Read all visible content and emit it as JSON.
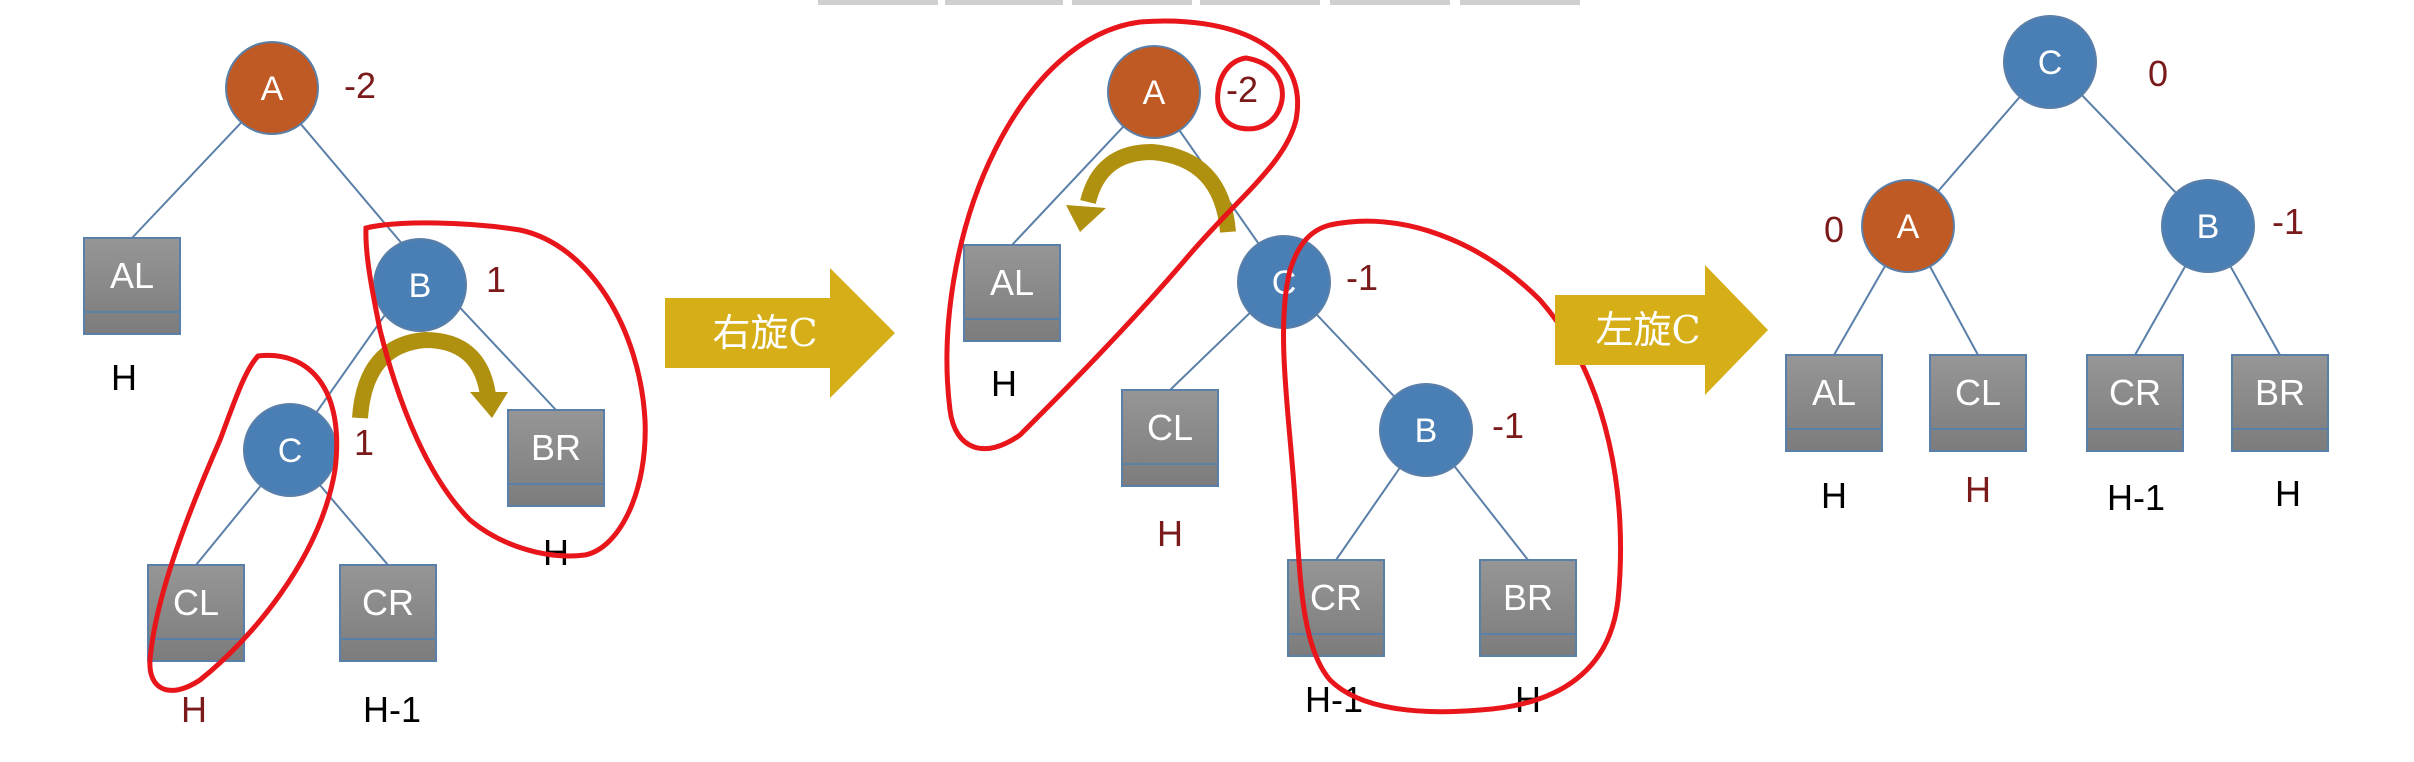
{
  "colors": {
    "orange_node": "#c05a24",
    "blue_node": "#4a7fb5",
    "box": "#8c8c8c",
    "edge": "#5a7fa8",
    "balance_text": "#7a1a1a",
    "annotation": "#e8161b",
    "arrow": "#d6ae17",
    "curve_arrow": "#b0900f"
  },
  "panel1": {
    "nodes": {
      "A": "A",
      "B": "B",
      "C": "C"
    },
    "balances": {
      "A": "-2",
      "B": "1",
      "C": "1"
    },
    "boxes": {
      "AL": "AL",
      "BR": "BR",
      "CL": "CL",
      "CR": "CR"
    },
    "heights": {
      "AL": "H",
      "BR": "H",
      "CL": "H",
      "CR": "H-1"
    }
  },
  "arrow1": {
    "label": "右旋C"
  },
  "panel2": {
    "nodes": {
      "A": "A",
      "C": "C",
      "B": "B"
    },
    "balances": {
      "A": "-2",
      "C": "-1",
      "B": "-1"
    },
    "boxes": {
      "AL": "AL",
      "CL": "CL",
      "CR": "CR",
      "BR": "BR"
    },
    "heights": {
      "AL": "H",
      "CL": "H",
      "CR": "H-1",
      "BR": "H"
    }
  },
  "arrow2": {
    "label": "左旋C"
  },
  "panel3": {
    "nodes": {
      "C": "C",
      "A": "A",
      "B": "B"
    },
    "balances": {
      "C": "0",
      "A": "0",
      "B": "-1"
    },
    "boxes": {
      "AL": "AL",
      "CL": "CL",
      "CR": "CR",
      "BR": "BR"
    },
    "heights": {
      "AL": "H",
      "CL": "H",
      "CR": "H-1",
      "BR": "H"
    }
  }
}
